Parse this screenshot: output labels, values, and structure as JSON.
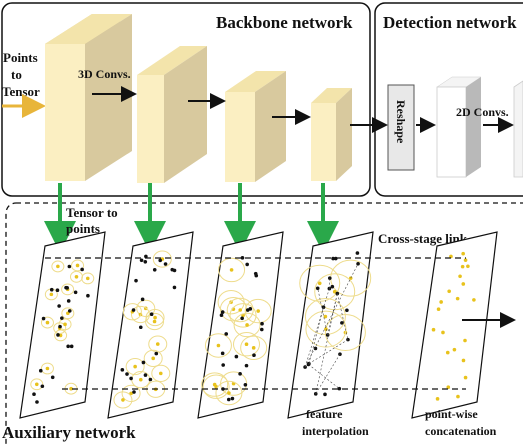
{
  "backbone": {
    "title": "Backbone network",
    "input_label_lines": [
      "Points",
      "to",
      "Tensor"
    ],
    "conv_label": "3D Convs."
  },
  "detection": {
    "title": "Detection network",
    "reshape_label": "Reshape",
    "conv_label": "2D Convs."
  },
  "auxiliary": {
    "title": "Auxiliary network",
    "tensor_to_points_lines": [
      "Tensor to",
      "points"
    ],
    "cross_stage_label": "Cross-stage link",
    "feature_interp_lines": [
      "feature",
      "interpolation"
    ],
    "pointwise_concat_lines": [
      "point-wise",
      "concatenation"
    ]
  },
  "colors": {
    "cube_front": "#fbefc2",
    "cube_top": "#f3e4ab",
    "cube_side": "#d8c99e",
    "input_arrow": "#e8b53a",
    "link_arrow": "#2aa84a",
    "point_dark": "#111111",
    "point_yellow": "#e8c21c",
    "ring": "#eedc8c"
  },
  "icons": {
    "reshape_block": "reshape-block-icon",
    "feature_map": "feature-map-icon"
  }
}
